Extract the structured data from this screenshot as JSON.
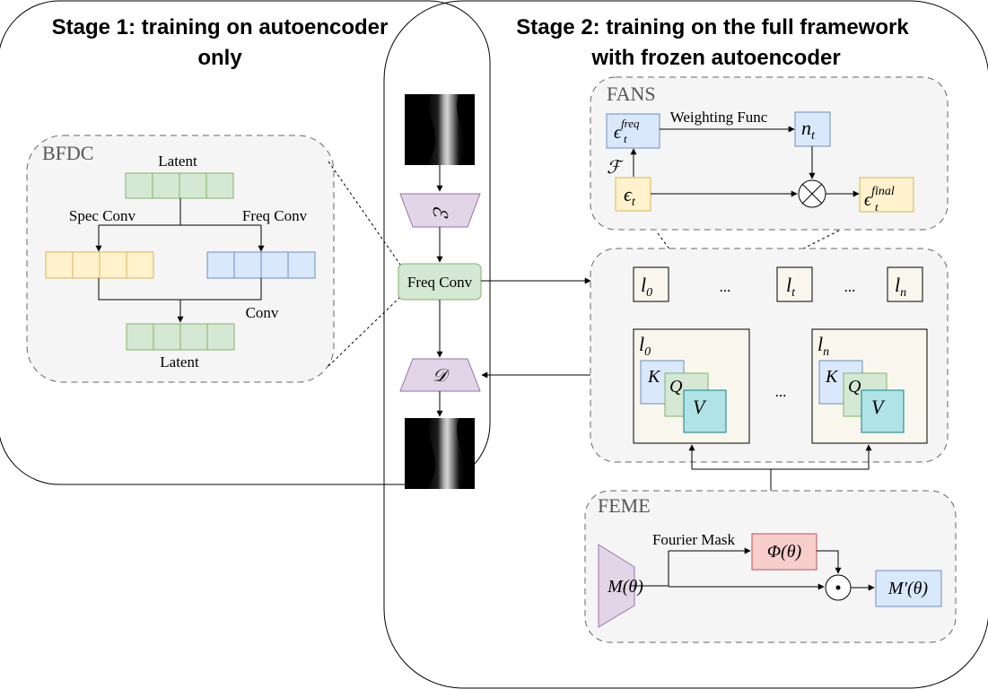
{
  "stage1": {
    "title_line1": "Stage 1: training on autoencoder",
    "title_line2": "only"
  },
  "stage2": {
    "title_line1": "Stage 2: training on the full framework",
    "title_line2": "with frozen autoencoder"
  },
  "bfdc": {
    "title": "BFDC",
    "latent_top": "Latent",
    "spec_conv": "Spec Conv",
    "freq_conv": "Freq Conv",
    "conv": "Conv",
    "latent_bottom": "Latent"
  },
  "pipeline": {
    "encoder_symbol": "ℰ",
    "freq_conv": "Freq Conv",
    "decoder_symbol": "𝒟"
  },
  "fans": {
    "title": "FANS",
    "eps_freq": {
      "base": "ϵ",
      "sub": "t",
      "sup": "freq"
    },
    "weighting_func": "Weighting Func",
    "n_t": {
      "base": "n",
      "sub": "t"
    },
    "fourier_symbol": "ℱ",
    "eps_t": {
      "base": "ϵ",
      "sub": "t"
    },
    "eps_final": {
      "base": "ϵ",
      "sub": "t",
      "sup": "final"
    }
  },
  "layers": {
    "l0": {
      "base": "l",
      "sub": "0"
    },
    "lt": {
      "base": "l",
      "sub": "t"
    },
    "ln": {
      "base": "l",
      "sub": "n"
    },
    "dots1": "...",
    "dots2": "...",
    "dots_mid": "...",
    "block_l0": {
      "base": "l",
      "sub": "0"
    },
    "block_ln": {
      "base": "l",
      "sub": "n"
    },
    "k": "K",
    "q": "Q",
    "v": "V"
  },
  "feme": {
    "title": "FEME",
    "fourier_mask": "Fourier Mask",
    "phi": "Φ(θ)",
    "m_theta": "M(θ)",
    "m_prime": "M′(θ)",
    "odot": "⊙"
  },
  "colors": {
    "green_fill": "#d5e8d4",
    "green_stroke": "#82b366",
    "blue_fill": "#dae8fc",
    "blue_stroke": "#6c8ebf",
    "yellow_fill": "#fff2cc",
    "yellow_stroke": "#d6b656",
    "purple_fill": "#e1d5e7",
    "purple_stroke": "#9673a6",
    "red_fill": "#f8cecc",
    "red_stroke": "#b85450",
    "teal_fill": "#b0e3e6",
    "teal_stroke": "#0e8088",
    "panel_fill": "#f5f5f5",
    "panel_stroke": "#666666",
    "block_fill": "#f9f7ed"
  }
}
